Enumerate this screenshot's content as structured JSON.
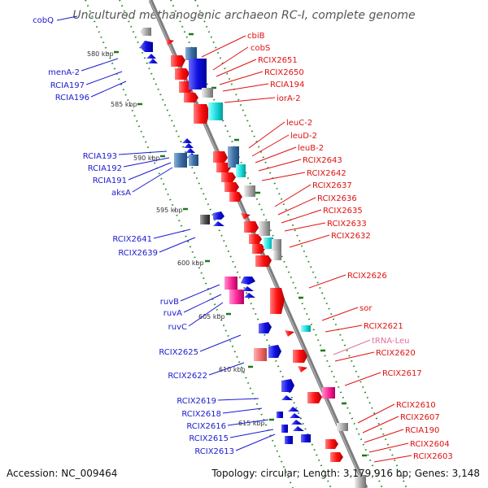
{
  "title": "Uncultured methanogenic archaeon RC-I, complete genome",
  "footer": {
    "accession": "Accession: NC_009464",
    "topology": "Topology: circular; Length: 3,179,916 bp; Genes: 3,148"
  },
  "ticks": [
    "580 kbp",
    "585 kbp",
    "590 kbp",
    "595 kbp",
    "600 kbp",
    "605 kbp",
    "610 kbp",
    "615 kbp"
  ],
  "left_labels": [
    "cobQ",
    "menA-2",
    "RCIA197",
    "RCIA196",
    "RCIA193",
    "RCIA192",
    "RCIA191",
    "aksA",
    "RCIX2641",
    "RCIX2639",
    "ruvB",
    "ruvA",
    "ruvC",
    "RCIX2625",
    "RCIX2622",
    "RCIX2619",
    "RCIX2618",
    "RCIX2616",
    "RCIX2615",
    "RCIX2613"
  ],
  "right_labels": [
    "cbiB",
    "cobS",
    "RCIX2651",
    "RCIX2650",
    "RCIA194",
    "iorA-2",
    "leuC-2",
    "leuD-2",
    "leuB-2",
    "RCIX2643",
    "RCIX2642",
    "RCIX2637",
    "RCIX2636",
    "RCIX2635",
    "RCIX2633",
    "RCIX2632",
    "RCIX2626",
    "sor",
    "RCIX2621",
    "tRNA-Leu",
    "RCIX2620",
    "RCIX2617",
    "RCIX2610",
    "RCIX2607",
    "RCIA190",
    "RCIX2604",
    "RCIX2603"
  ],
  "colors": {
    "forward": "#ee1111",
    "reverse": "#1111dd",
    "rna": "#22dddd",
    "hypothetical": "#999999",
    "pseudo": "#ff3399",
    "other": "#3366aa",
    "backbone": "#8a8a8a",
    "dots": "#2a8a2a"
  },
  "icons": [
    "right-arrow-gene-icon",
    "left-arrow-gene-icon",
    "box-gene-icon"
  ]
}
